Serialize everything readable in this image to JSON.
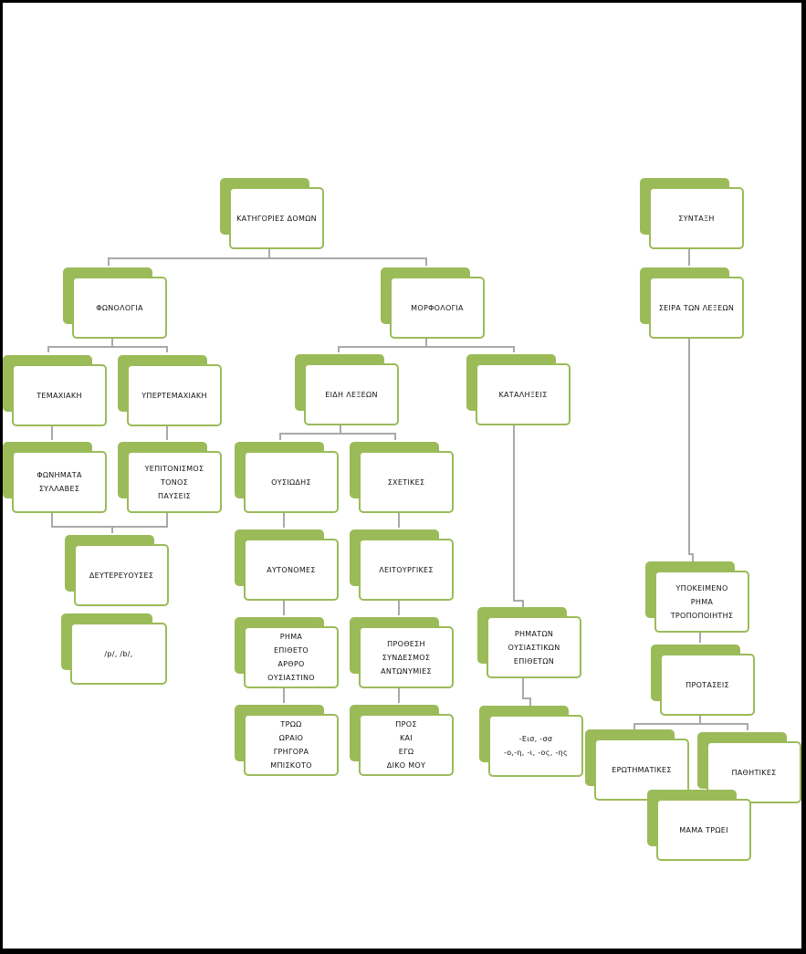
{
  "colors": {
    "accent": "#9bbb59",
    "background": "#000000",
    "page": "#ffffff"
  },
  "nodes": {
    "root": [
      "ΚΑΤΗΓΟΡΙΕΣ ΔΟΜΩΝ"
    ],
    "fonologia": [
      "ΦΩΝΟΛΟΓΙΑ"
    ],
    "morfologia": [
      "ΜΟΡΦΟΛΟΓΙΑ"
    ],
    "temaxiaki": [
      "ΤΕΜΑΧΙΑΚΗ"
    ],
    "ypertemaxiaki": [
      "ΥΠΕΡΤΕΜΑΧΙΑΚΗ"
    ],
    "fonimata": [
      "ΦΩΝΗΜΑΤΑ",
      "ΣΥΛΛΑΒΕΣ"
    ],
    "ypotonismos": [
      "ΥΕΠΙΤΟΝΙΣΜΟΣ",
      "ΤΟΝΟΣ",
      "ΠΑΥΣΕΙΣ"
    ],
    "deutereuouses": [
      "ΔΕΥΤΕΡΕΥΟΥΣΕΣ"
    ],
    "phonemes": [
      "/p/, /b/,"
    ],
    "eidi_lexeon": [
      "ΕΙΔΗ ΛΕΞΕΩΝ"
    ],
    "kataliksis": [
      "ΚΑΤΑΛΗΞΕΙΣ"
    ],
    "ousiodeis": [
      "ΟΥΣΙΩΔΗΣ"
    ],
    "sxetikes": [
      "ΣΧΕΤΙΚΕΣ"
    ],
    "autonomes": [
      "ΑΥΤΟΝΟΜΕΣ"
    ],
    "leitourgikes": [
      "ΛΕΙΤΟΥΡΓΙΚΕΣ"
    ],
    "rima_list": [
      "ΡΗΜΑ",
      "ΕΠΙΘΕΤΟ",
      "ΑΡΘΡΟ",
      "ΟΥΣΙΑΣΤΙΝΟ"
    ],
    "prothesi_list": [
      "ΠΡΟΘΕΣΗ",
      "ΣΥΝΔΕΣΜΟΣ",
      "ΑΝΤΩΝΥΜΙΕΣ"
    ],
    "trwo_list": [
      "ΤΡΩΩ",
      "ΩΡΑΙΟ",
      "ΓΡΗΓΟΡΑ",
      "ΜΠΙΣΚΟΤΟ"
    ],
    "pros_list": [
      "ΠΡΟΣ",
      "ΚΑΙ",
      "ΕΓΩ",
      "ΔΙΚΟ ΜΟΥ"
    ],
    "rimaton": [
      "ΡΗΜΑΤΩΝ",
      "ΟΥΣΙΑΣΤΙΚΩΝ",
      "ΕΠΙΘΕΤΩΝ"
    ],
    "endings": [
      "-Εισ, -σσ",
      "-ο,-η, -ι, -ος, -ης"
    ],
    "syntaxi": [
      "ΣΥΝΤΑΞΗ"
    ],
    "seira": [
      "ΣΕΙΡΑ ΤΩΝ ΛΕΞΕΩΝ"
    ],
    "ypokeimeno": [
      "ΥΠΟΚΕΙΜΕΝΟ",
      "ΡΗΜΑ",
      "ΤΡΟΠΟΠΟΙΗΤΗΣ"
    ],
    "protaseis": [
      "ΠΡΟΤΑΣΕΙΣ"
    ],
    "erotimatikes": [
      "ΕΡΩΤΗΜΑΤΙΚΕΣ"
    ],
    "pathitikes": [
      "ΠΑΘΗΤΙΚΕΣ"
    ],
    "mama": [
      "ΜΑΜΑ ΤΡΩΕΙ"
    ]
  }
}
